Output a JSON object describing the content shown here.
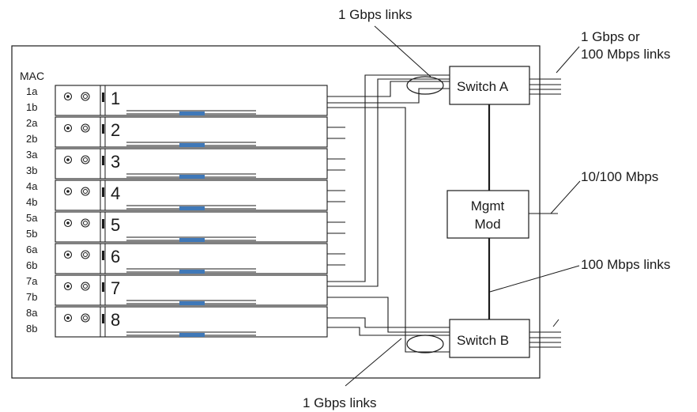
{
  "labels": {
    "mac_header": "MAC",
    "top_links": "1 Gbps links",
    "bottom_links": "1 Gbps links",
    "uplink_line1": "1 Gbps or",
    "uplink_line2": "100 Mbps links",
    "mgmt_link": "10/100 Mbps",
    "internal_links": "100 Mbps links"
  },
  "switch_a": {
    "label": "Switch A"
  },
  "switch_b": {
    "label": "Switch B"
  },
  "mgmt_module": {
    "line1": "Mgmt",
    "line2": "Mod"
  },
  "blades": [
    {
      "number": "1",
      "mac_a": "1a",
      "mac_b": "1b"
    },
    {
      "number": "2",
      "mac_a": "2a",
      "mac_b": "2b"
    },
    {
      "number": "3",
      "mac_a": "3a",
      "mac_b": "3b"
    },
    {
      "number": "4",
      "mac_a": "4a",
      "mac_b": "4b"
    },
    {
      "number": "5",
      "mac_a": "5a",
      "mac_b": "5b"
    },
    {
      "number": "6",
      "mac_a": "6a",
      "mac_b": "6b"
    },
    {
      "number": "7",
      "mac_a": "7a",
      "mac_b": "7b"
    },
    {
      "number": "8",
      "mac_a": "8a",
      "mac_b": "8b"
    }
  ],
  "colors": {
    "line": "#1a1a1a",
    "blade_handle": "#3f78b8",
    "background": "#ffffff"
  }
}
